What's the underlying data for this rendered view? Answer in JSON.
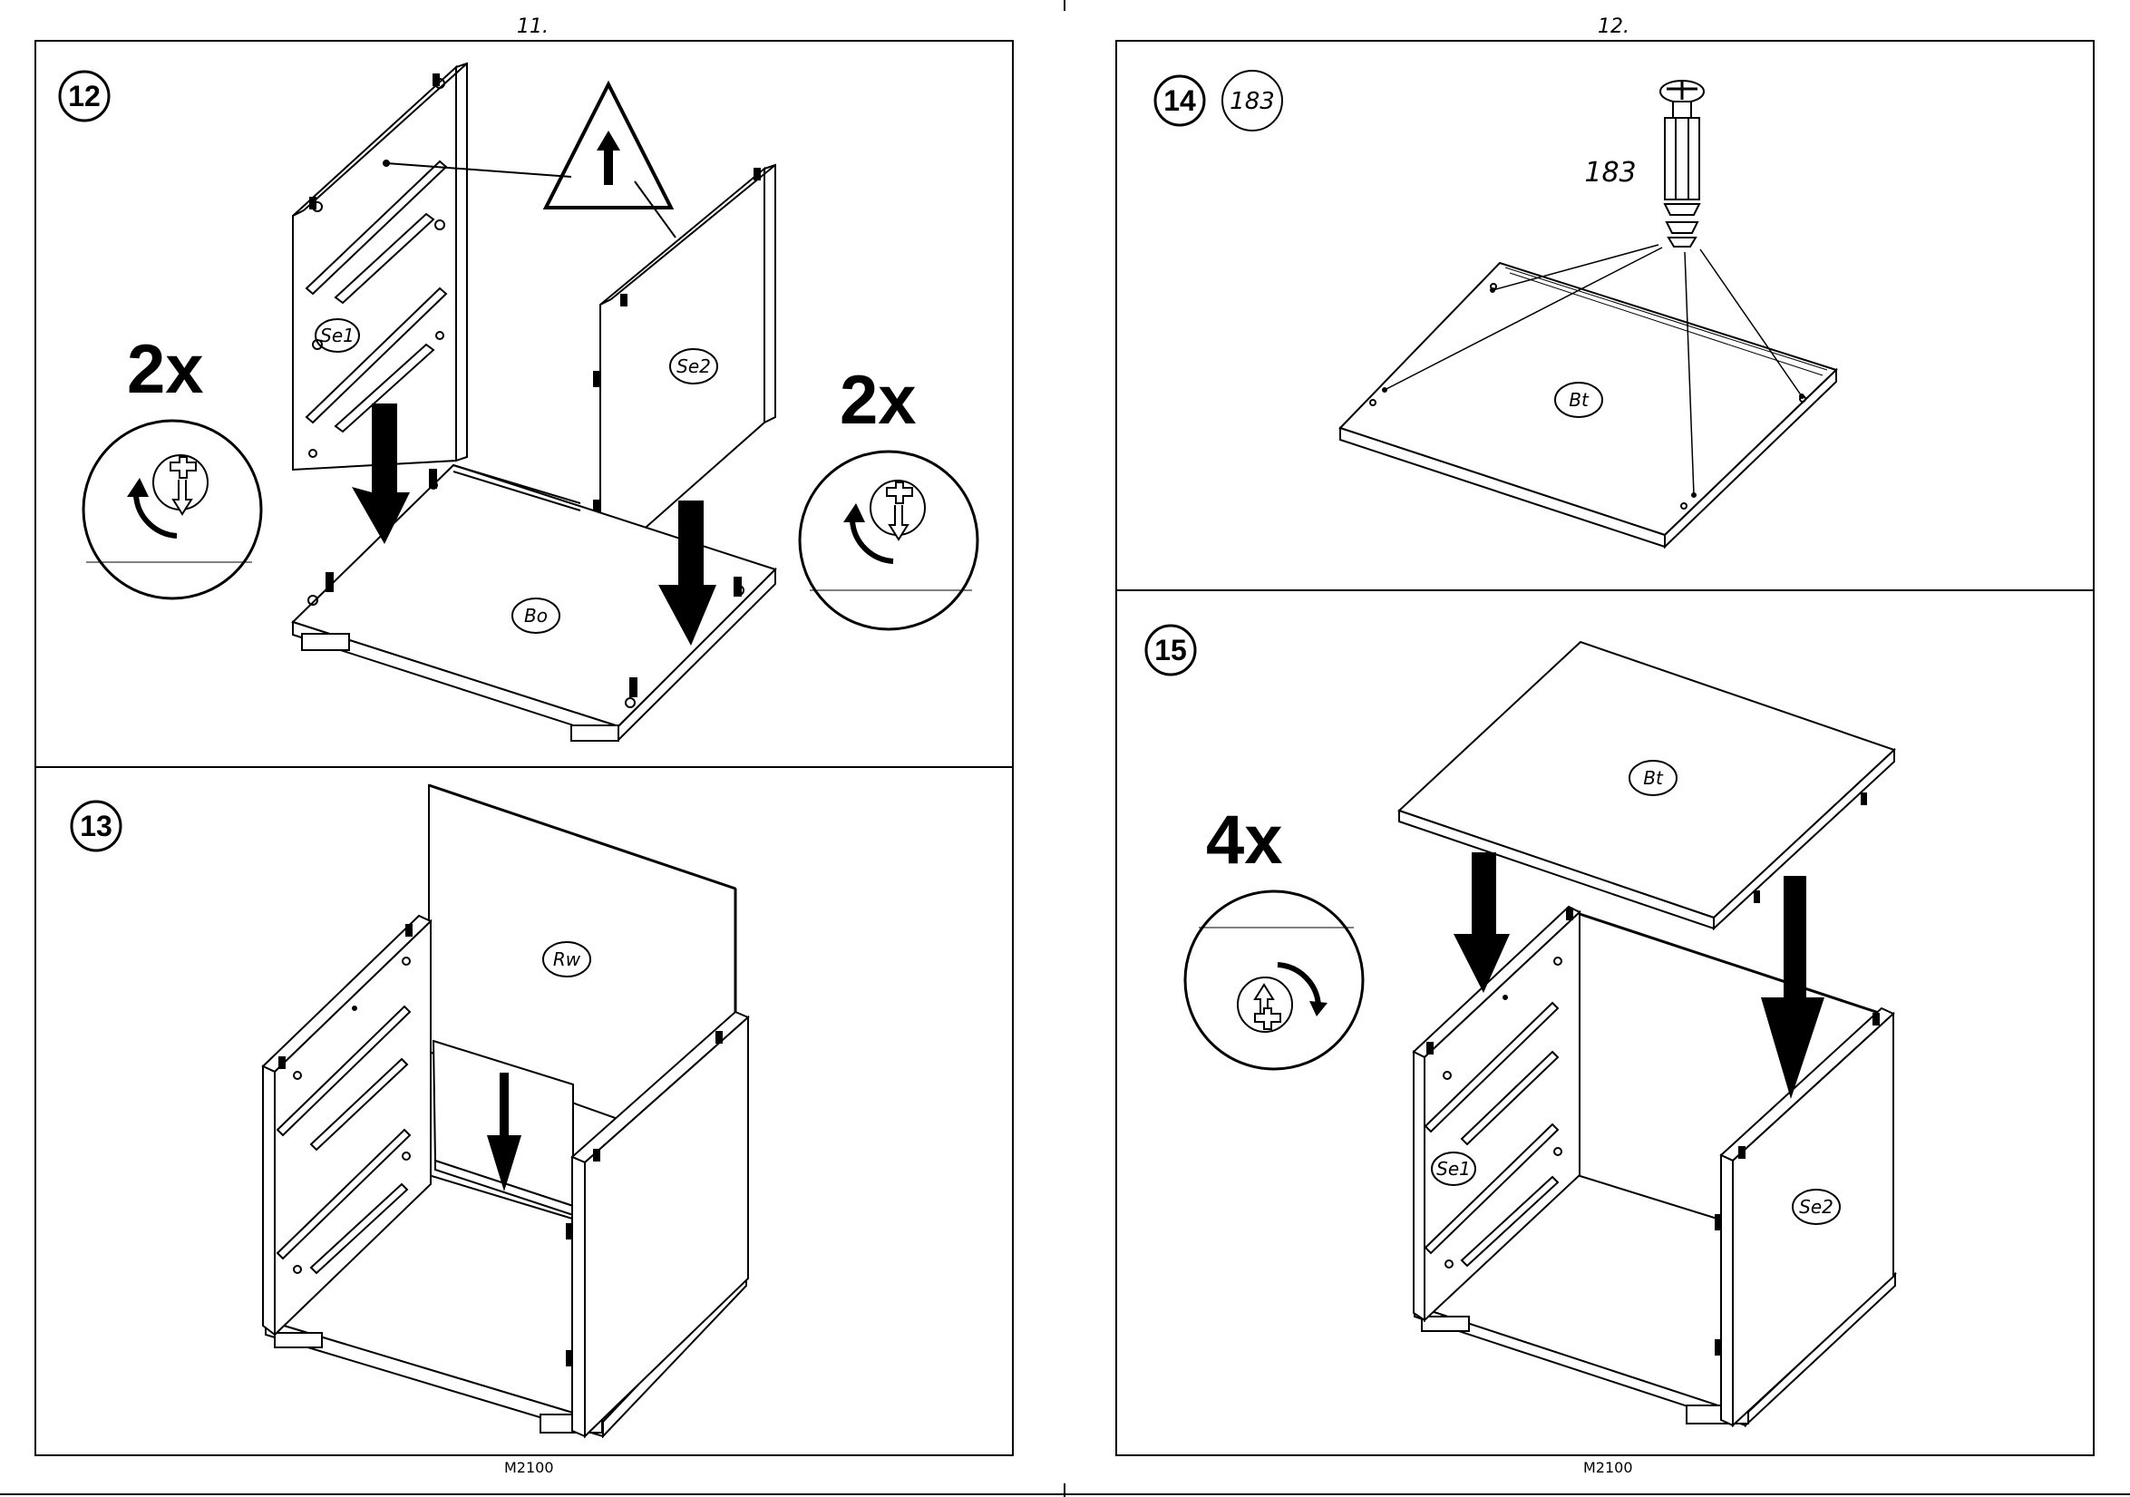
{
  "pages": [
    {
      "page_number": "11.",
      "footer_code": "M2100"
    },
    {
      "page_number": "12.",
      "footer_code": "M2100"
    }
  ],
  "steps": {
    "s12": {
      "number": "12",
      "qty_left": "2x",
      "qty_right": "2x",
      "labels": {
        "side1": "Se1",
        "side2": "Se2",
        "bottom": "Bo"
      }
    },
    "s13": {
      "number": "13",
      "labels": {
        "back": "Rw"
      }
    },
    "s14": {
      "number": "14",
      "part_badge": "183",
      "part_label": "183",
      "labels": {
        "top": "Bt"
      }
    },
    "s15": {
      "number": "15",
      "qty": "4x",
      "labels": {
        "top": "Bt",
        "side1": "Se1",
        "side2": "Se2"
      }
    }
  },
  "icons": [
    "warning-triangle-up-arrow-icon",
    "rotate-counterclockwise-icon",
    "rotate-clockwise-icon",
    "cam-lock-icon",
    "down-arrow-icon",
    "dowel-183-icon"
  ]
}
